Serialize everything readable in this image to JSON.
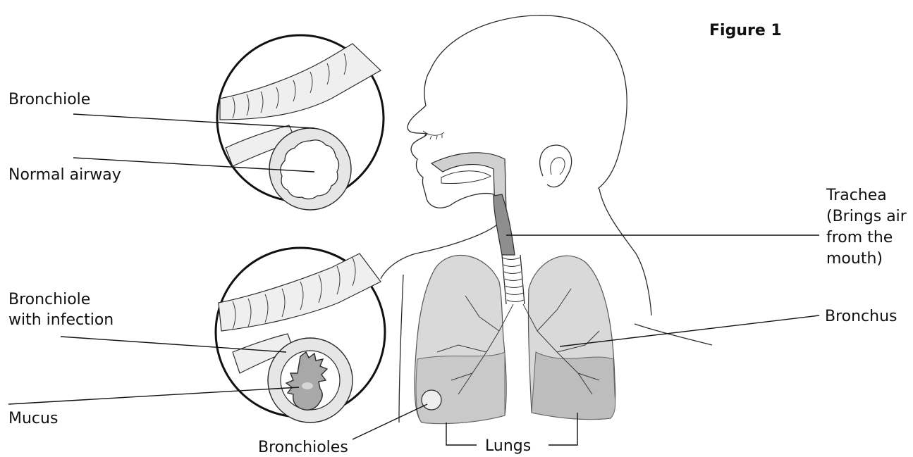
{
  "figure_title": "Figure 1",
  "labels": {
    "bronchiole": "Bronchiole",
    "normal_airway": "Normal airway",
    "bronchiole_infection_line1": "Bronchiole",
    "bronchiole_infection_line2": "with infection",
    "mucus": "Mucus",
    "bronchioles": "Bronchioles",
    "lungs": "Lungs",
    "trachea_line1": "Trachea",
    "trachea_line2": "(Brings air",
    "trachea_line3": "from the",
    "trachea_line4": "mouth)",
    "bronchus": "Bronchus"
  },
  "colors": {
    "lung_fill": "#d9d9d9",
    "lung_dark": "#bdbdbd",
    "trachea_fill": "#8e8e8e",
    "airway_fill": "#e6e6e6",
    "mucus_fill": "#a8a8a8",
    "line": "#111111"
  }
}
